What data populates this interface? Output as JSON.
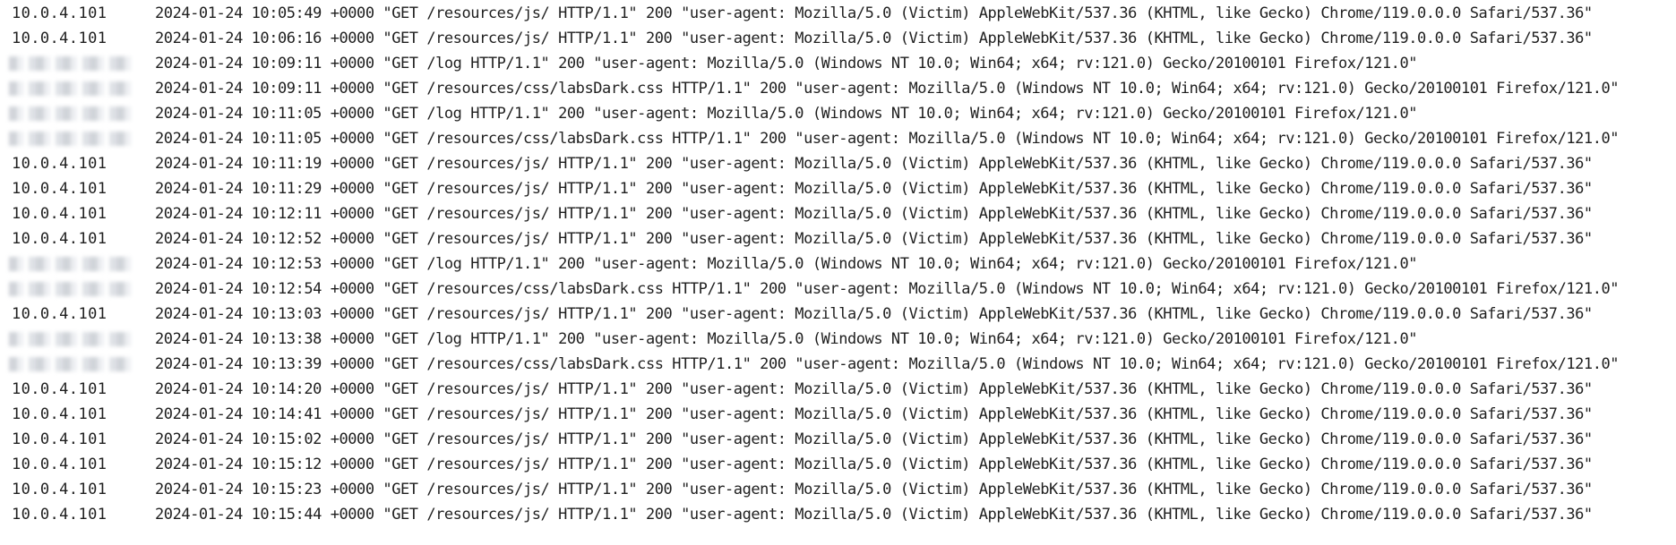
{
  "log": {
    "rows": [
      {
        "ip": "10.0.4.101",
        "entry": "2024-01-24 10:05:49 +0000 \"GET /resources/js/ HTTP/1.1\" 200 \"user-agent: Mozilla/5.0 (Victim) AppleWebKit/537.36 (KHTML, like Gecko) Chrome/119.0.0.0 Safari/537.36\""
      },
      {
        "ip": "10.0.4.101",
        "entry": "2024-01-24 10:06:16 +0000 \"GET /resources/js/ HTTP/1.1\" 200 \"user-agent: Mozilla/5.0 (Victim) AppleWebKit/537.36 (KHTML, like Gecko) Chrome/119.0.0.0 Safari/537.36\""
      },
      {
        "ip": "",
        "entry": "2024-01-24 10:09:11 +0000 \"GET /log HTTP/1.1\" 200 \"user-agent: Mozilla/5.0 (Windows NT 10.0; Win64; x64; rv:121.0) Gecko/20100101 Firefox/121.0\""
      },
      {
        "ip": "",
        "entry": "2024-01-24 10:09:11 +0000 \"GET /resources/css/labsDark.css HTTP/1.1\" 200 \"user-agent: Mozilla/5.0 (Windows NT 10.0; Win64; x64; rv:121.0) Gecko/20100101 Firefox/121.0\""
      },
      {
        "ip": "",
        "entry": "2024-01-24 10:11:05 +0000 \"GET /log HTTP/1.1\" 200 \"user-agent: Mozilla/5.0 (Windows NT 10.0; Win64; x64; rv:121.0) Gecko/20100101 Firefox/121.0\""
      },
      {
        "ip": "",
        "entry": "2024-01-24 10:11:05 +0000 \"GET /resources/css/labsDark.css HTTP/1.1\" 200 \"user-agent: Mozilla/5.0 (Windows NT 10.0; Win64; x64; rv:121.0) Gecko/20100101 Firefox/121.0\""
      },
      {
        "ip": "10.0.4.101",
        "entry": "2024-01-24 10:11:19 +0000 \"GET /resources/js/ HTTP/1.1\" 200 \"user-agent: Mozilla/5.0 (Victim) AppleWebKit/537.36 (KHTML, like Gecko) Chrome/119.0.0.0 Safari/537.36\""
      },
      {
        "ip": "10.0.4.101",
        "entry": "2024-01-24 10:11:29 +0000 \"GET /resources/js/ HTTP/1.1\" 200 \"user-agent: Mozilla/5.0 (Victim) AppleWebKit/537.36 (KHTML, like Gecko) Chrome/119.0.0.0 Safari/537.36\""
      },
      {
        "ip": "10.0.4.101",
        "entry": "2024-01-24 10:12:11 +0000 \"GET /resources/js/ HTTP/1.1\" 200 \"user-agent: Mozilla/5.0 (Victim) AppleWebKit/537.36 (KHTML, like Gecko) Chrome/119.0.0.0 Safari/537.36\""
      },
      {
        "ip": "10.0.4.101",
        "entry": "2024-01-24 10:12:52 +0000 \"GET /resources/js/ HTTP/1.1\" 200 \"user-agent: Mozilla/5.0 (Victim) AppleWebKit/537.36 (KHTML, like Gecko) Chrome/119.0.0.0 Safari/537.36\""
      },
      {
        "ip": "",
        "entry": "2024-01-24 10:12:53 +0000 \"GET /log HTTP/1.1\" 200 \"user-agent: Mozilla/5.0 (Windows NT 10.0; Win64; x64; rv:121.0) Gecko/20100101 Firefox/121.0\""
      },
      {
        "ip": "",
        "entry": "2024-01-24 10:12:54 +0000 \"GET /resources/css/labsDark.css HTTP/1.1\" 200 \"user-agent: Mozilla/5.0 (Windows NT 10.0; Win64; x64; rv:121.0) Gecko/20100101 Firefox/121.0\""
      },
      {
        "ip": "10.0.4.101",
        "entry": "2024-01-24 10:13:03 +0000 \"GET /resources/js/ HTTP/1.1\" 200 \"user-agent: Mozilla/5.0 (Victim) AppleWebKit/537.36 (KHTML, like Gecko) Chrome/119.0.0.0 Safari/537.36\""
      },
      {
        "ip": "",
        "entry": "2024-01-24 10:13:38 +0000 \"GET /log HTTP/1.1\" 200 \"user-agent: Mozilla/5.0 (Windows NT 10.0; Win64; x64; rv:121.0) Gecko/20100101 Firefox/121.0\""
      },
      {
        "ip": "",
        "entry": "2024-01-24 10:13:39 +0000 \"GET /resources/css/labsDark.css HTTP/1.1\" 200 \"user-agent: Mozilla/5.0 (Windows NT 10.0; Win64; x64; rv:121.0) Gecko/20100101 Firefox/121.0\""
      },
      {
        "ip": "10.0.4.101",
        "entry": "2024-01-24 10:14:20 +0000 \"GET /resources/js/ HTTP/1.1\" 200 \"user-agent: Mozilla/5.0 (Victim) AppleWebKit/537.36 (KHTML, like Gecko) Chrome/119.0.0.0 Safari/537.36\""
      },
      {
        "ip": "10.0.4.101",
        "entry": "2024-01-24 10:14:41 +0000 \"GET /resources/js/ HTTP/1.1\" 200 \"user-agent: Mozilla/5.0 (Victim) AppleWebKit/537.36 (KHTML, like Gecko) Chrome/119.0.0.0 Safari/537.36\""
      },
      {
        "ip": "10.0.4.101",
        "entry": "2024-01-24 10:15:02 +0000 \"GET /resources/js/ HTTP/1.1\" 200 \"user-agent: Mozilla/5.0 (Victim) AppleWebKit/537.36 (KHTML, like Gecko) Chrome/119.0.0.0 Safari/537.36\""
      },
      {
        "ip": "10.0.4.101",
        "entry": "2024-01-24 10:15:12 +0000 \"GET /resources/js/ HTTP/1.1\" 200 \"user-agent: Mozilla/5.0 (Victim) AppleWebKit/537.36 (KHTML, like Gecko) Chrome/119.0.0.0 Safari/537.36\""
      },
      {
        "ip": "10.0.4.101",
        "entry": "2024-01-24 10:15:23 +0000 \"GET /resources/js/ HTTP/1.1\" 200 \"user-agent: Mozilla/5.0 (Victim) AppleWebKit/537.36 (KHTML, like Gecko) Chrome/119.0.0.0 Safari/537.36\""
      },
      {
        "ip": "10.0.4.101",
        "entry": "2024-01-24 10:15:44 +0000 \"GET /resources/js/ HTTP/1.1\" 200 \"user-agent: Mozilla/5.0 (Victim) AppleWebKit/537.36 (KHTML, like Gecko) Chrome/119.0.0.0 Safari/537.36\""
      }
    ]
  },
  "colors": {
    "text": "#1f1f1f",
    "background": "#ffffff"
  }
}
